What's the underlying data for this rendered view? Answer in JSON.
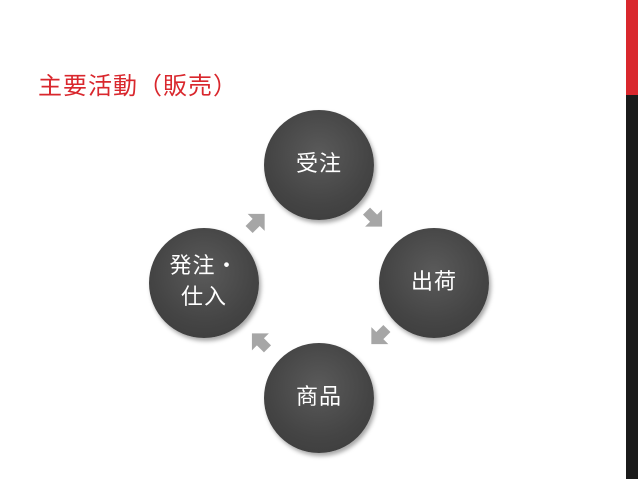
{
  "slide": {
    "title": "主要活動（販売）",
    "accent_color": "#d9272d",
    "side_bar_color": "#1a1a1a"
  },
  "cycle": {
    "node_color": "#454545",
    "arrow_color": "#a6a6a6",
    "nodes": [
      {
        "label": "受注"
      },
      {
        "label": "出荷"
      },
      {
        "label": "商品"
      },
      {
        "label": "発注・仕入"
      }
    ],
    "arrows": [
      {
        "icon": "arrow-down-right-icon"
      },
      {
        "icon": "arrow-down-left-icon"
      },
      {
        "icon": "arrow-up-left-icon"
      },
      {
        "icon": "arrow-up-right-icon"
      }
    ]
  }
}
